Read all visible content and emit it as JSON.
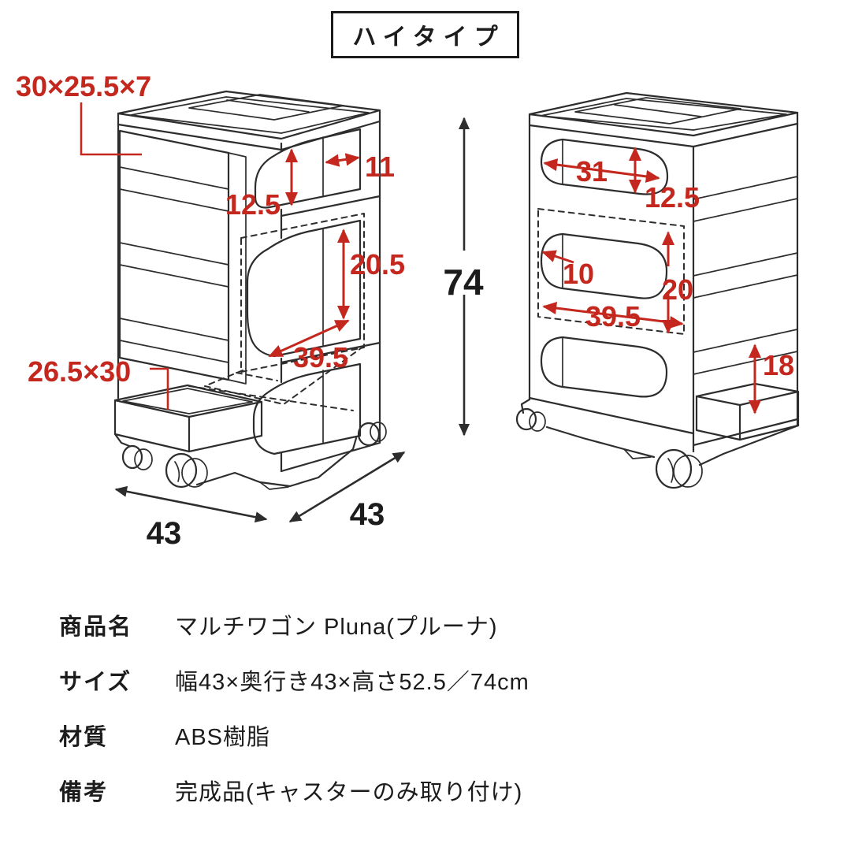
{
  "title_badge": {
    "text": "ハイタイプ"
  },
  "colors": {
    "annotation_red": "#c4271d",
    "line_color": "#2d2d2d",
    "text_color": "#1c1c1c",
    "background": "#ffffff"
  },
  "left_view": {
    "drawer_size_label": "30×25.5×7",
    "tray_size_label": "26.5×30",
    "opening_height": "12.5",
    "side_panel_width": "11",
    "middle_opening_height": "20.5",
    "shelf_depth": "39.5",
    "base_width": "43",
    "base_depth": "43"
  },
  "overall_height": "74",
  "right_view": {
    "opening_width": "31",
    "opening_height": "12.5",
    "corner_width": "10",
    "middle_opening_width": "39.5",
    "middle_opening_height": "20",
    "tray_height": "18"
  },
  "spec_table": {
    "rows": [
      {
        "label": "商品名",
        "value": "マルチワゴン Pluna(プルーナ)"
      },
      {
        "label": "サイズ",
        "value": "幅43×奥行き43×高さ52.5／74cm"
      },
      {
        "label": "材質",
        "value": "ABS樹脂"
      },
      {
        "label": "備考",
        "value": "完成品(キャスターのみ取り付け)"
      }
    ]
  }
}
